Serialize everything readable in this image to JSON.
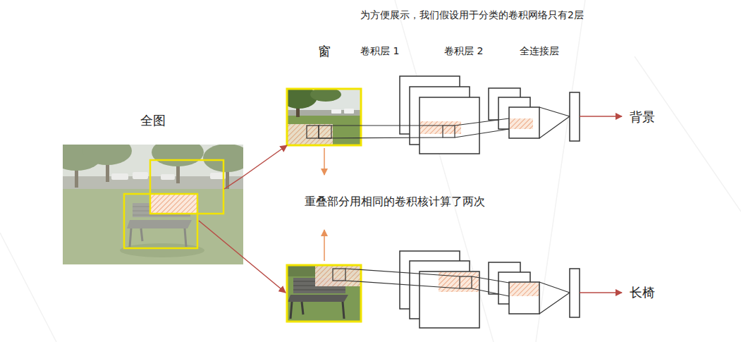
{
  "diagram": {
    "nodes": [
      {
        "text": [
          "全图"
        ]
      },
      {
        "text": [
          "窗"
        ]
      }
    ],
    "edges": [
      {
        "from": 0,
        "to": 1,
        "arrow": "to"
      }
    ],
    "labels": [
      "为方便展示，我们假设用于分类的卷积网络只有2层",
      "卷积层 1",
      "卷积层 2",
      "全连接层",
      "重叠部分用相同的卷积核计算了两次",
      "背景",
      "长椅"
    ]
  }
}
